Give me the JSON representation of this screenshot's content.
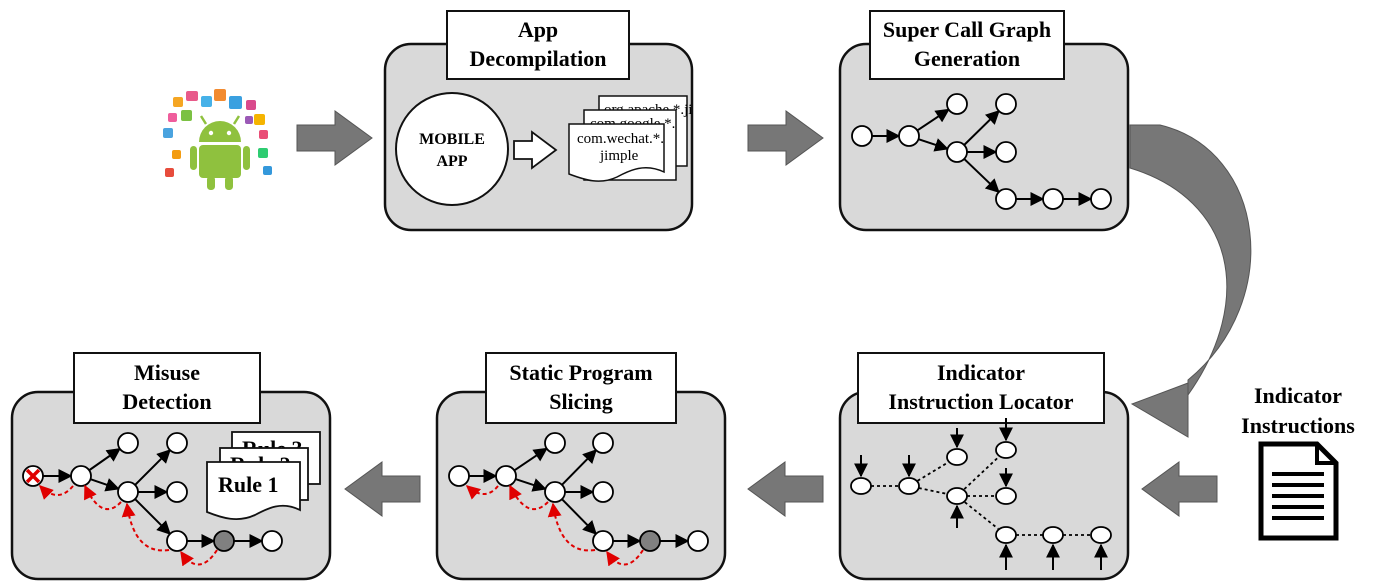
{
  "stages": {
    "decompilation": {
      "title_line1": "App",
      "title_line2": "Decompilation"
    },
    "call_graph": {
      "title_line1": "Super Call Graph",
      "title_line2": "Generation"
    },
    "locator": {
      "title_line1": "Indicator",
      "title_line2": "Instruction Locator"
    },
    "slicing": {
      "title_line1": "Static Program",
      "title_line2": "Slicing"
    },
    "misuse": {
      "title_line1": "Misuse",
      "title_line2": "Detection"
    }
  },
  "mobile_app": {
    "line1": "MOBILE",
    "line2": "APP"
  },
  "jimple_files": {
    "back": "org.apache.*.ji",
    "middle": "com.google.*.",
    "front_line1": "com.wechat.*.",
    "front_line2": "jimple"
  },
  "rules": {
    "back": "Rule 3",
    "middle": "Rule 2",
    "front": "Rule 1"
  },
  "indicator_instructions": {
    "line1": "Indicator",
    "line2": "Instructions"
  },
  "icons": {
    "android_apps": "android-app-cloud-icon",
    "document": "document-icon",
    "cross": "red-cross-icon"
  },
  "colors": {
    "panel_fill": "#d9d9d9",
    "arrow_fill": "#777777",
    "slice_edge": "#e00000",
    "android_green": "#8fc13e",
    "highlight_node": "#808080"
  }
}
